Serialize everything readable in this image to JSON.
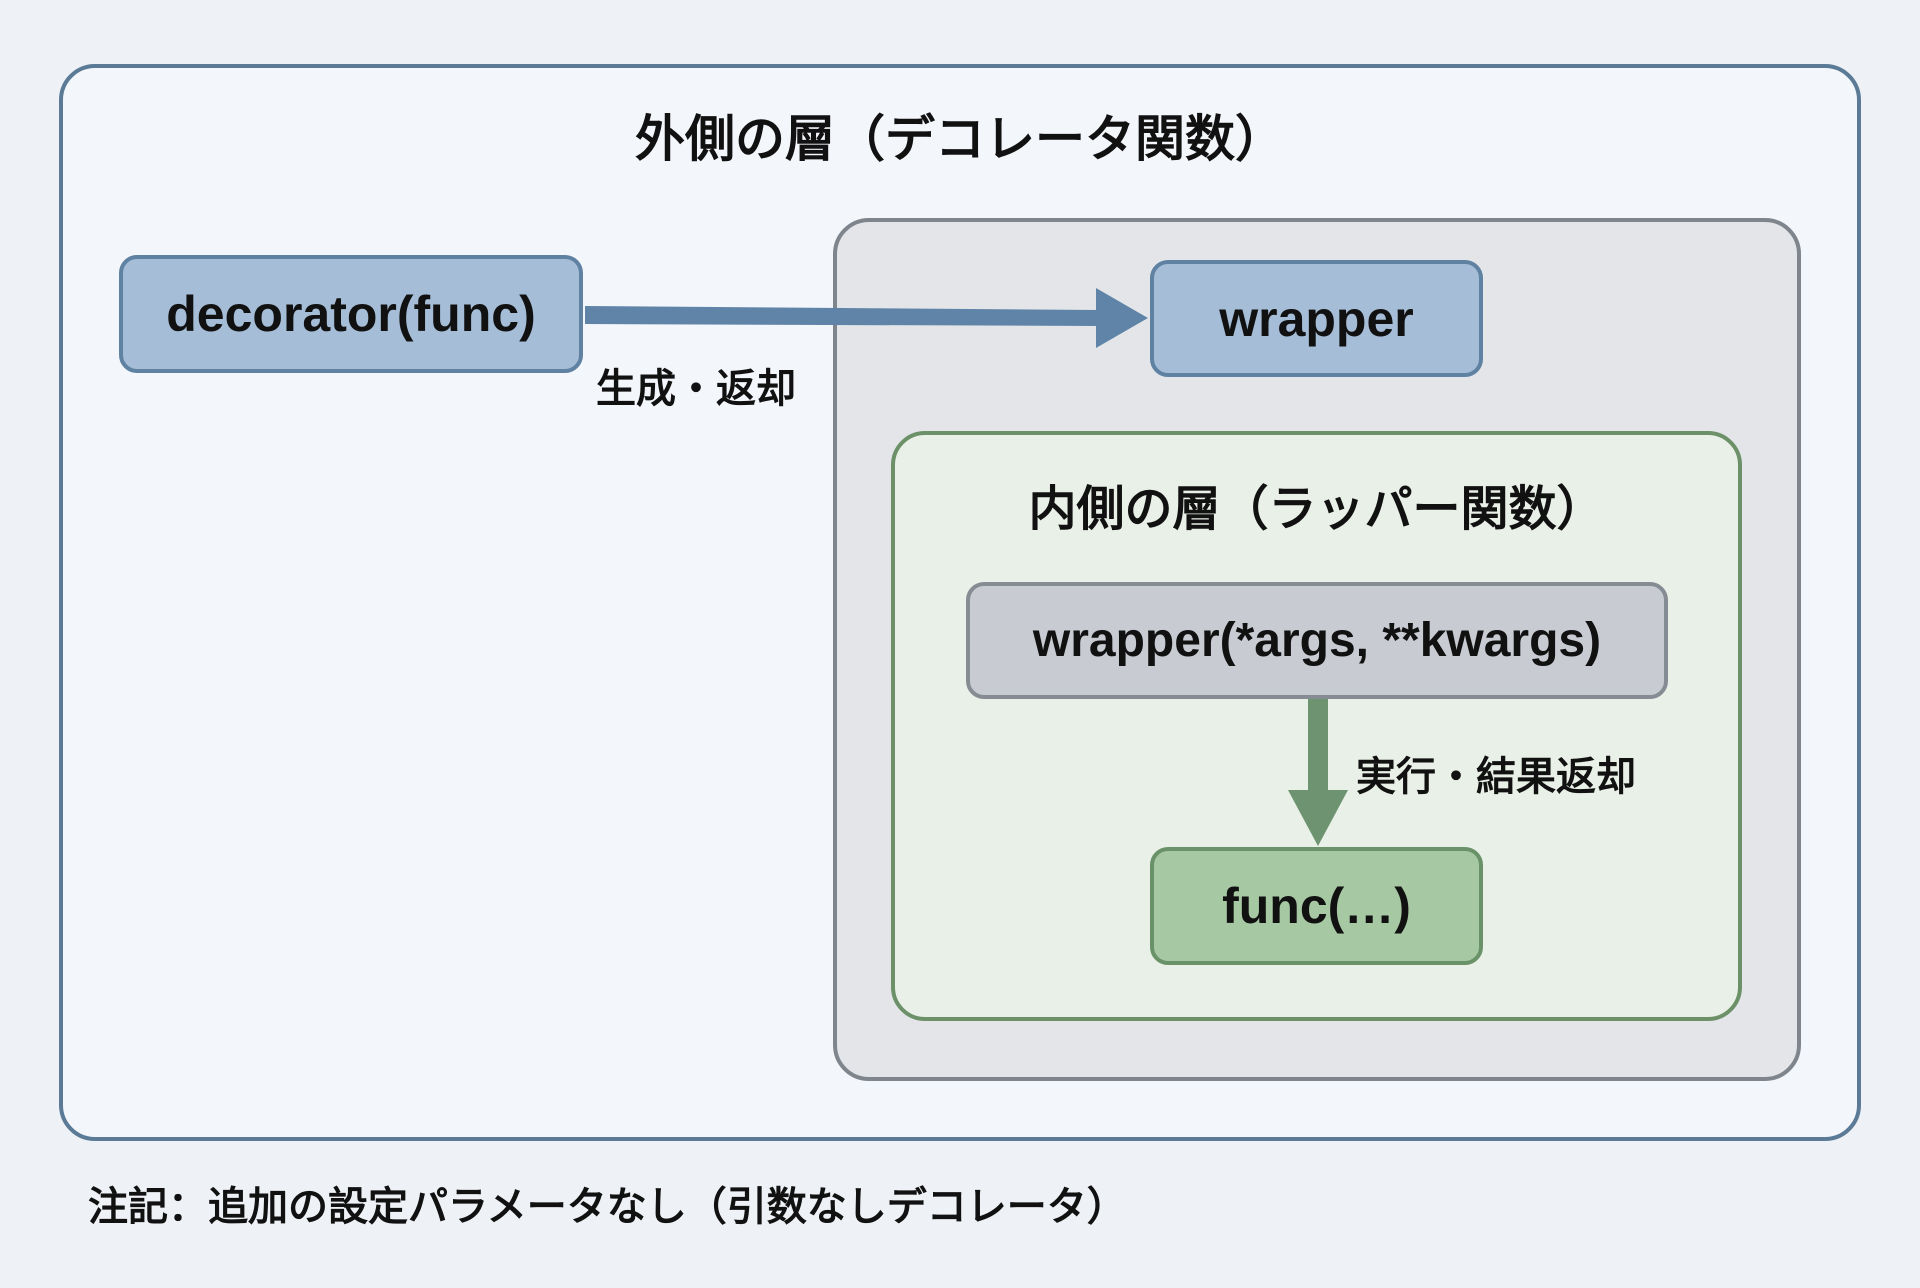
{
  "outer_layer": {
    "title": "外側の層（デコレータ関数）",
    "node": "decorator(func)"
  },
  "edge_outer": {
    "label": "生成・返却",
    "color": "#5f84a8"
  },
  "middle_layer": {
    "node": "wrapper"
  },
  "inner_layer": {
    "title": "内側の層（ラッパー関数）",
    "call_node": "wrapper(*args, **kwargs)",
    "target_node": "func(…)"
  },
  "edge_inner": {
    "label": "実行・結果返却",
    "color": "#6d9370"
  },
  "note": "注記：追加の設定パラメータなし（引数なしデコレータ）",
  "colors": {
    "outer_border": "#5b7a96",
    "blue_node": "#a5bdd6",
    "gray_node": "#c8ccd2",
    "green_node": "#a6c8a2"
  }
}
